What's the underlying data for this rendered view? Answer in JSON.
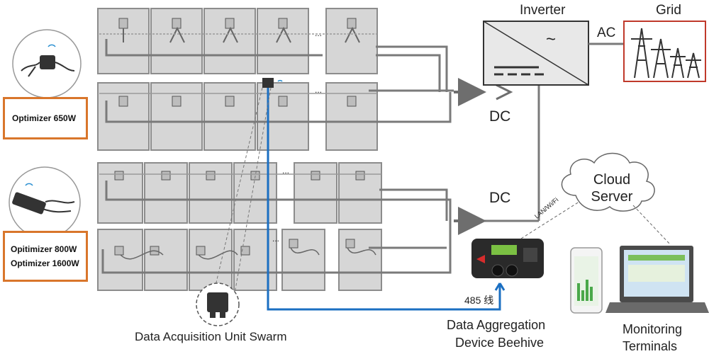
{
  "labels": {
    "inverter": "Inverter",
    "grid": "Grid",
    "ac": "AC",
    "inverter_symbol": "~",
    "dc_top": "DC",
    "dc_bottom": "DC",
    "cloud": "Cloud Server",
    "lan": "LAN/Wi/Fi",
    "bus": "485 线",
    "optimizer_650": "Optimizer 650W",
    "optimizer_800": "Opitimizer 800W",
    "optimizer_1600": "Optimizer 1600W",
    "daq": "Data Acquisition Unit Swarm",
    "aggregation_line1": "Data Aggregation",
    "aggregation_line2": "Device Beehive",
    "monitoring_line1": "Monitoring",
    "monitoring_line2": "Terminals",
    "ellipsis": "..."
  },
  "colors": {
    "panel_fill": "#d6d6d6",
    "panel_border": "#8c8c8c",
    "wire": "#7a7a7a",
    "bus": "#1b6fc2",
    "optimizer_box_border": "#d9762b",
    "grid_box_border": "#c0392b",
    "inverter_fill": "#e8e8e8"
  }
}
